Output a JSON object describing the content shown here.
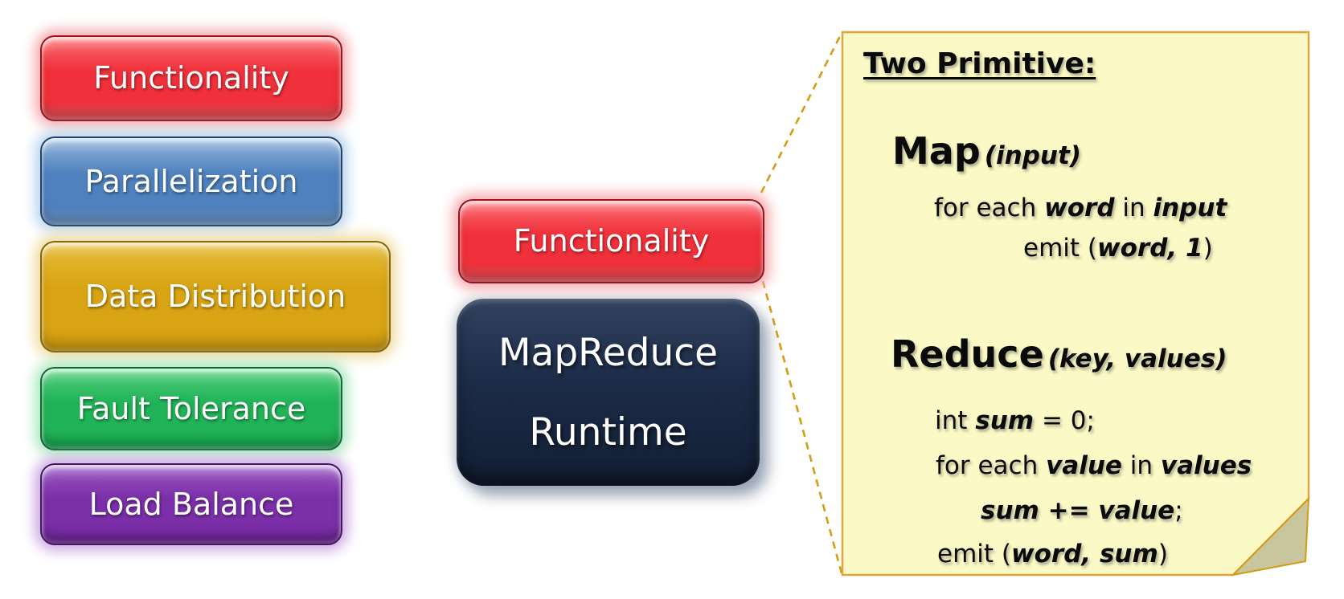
{
  "left_column": {
    "buttons": [
      {
        "label": "Functionality",
        "fill_top": "#FA696F",
        "fill": "#F0303A",
        "fill_bottom": "#E9545C",
        "border": "#99141B",
        "glow": "#F7ABAF"
      },
      {
        "label": "Parallelization",
        "fill_top": "#8FB3DC",
        "fill": "#4E81BD",
        "fill_bottom": "#6E97C8",
        "border": "#1F4470",
        "glow": "#BAD5EE"
      },
      {
        "label": "Data Distribution",
        "fill_top": "#E6BC39",
        "fill": "#D8A413",
        "fill_bottom": "#CF9C0F",
        "border": "#8A6500",
        "glow": "#F0DCA0"
      },
      {
        "label": "Fault Tolerance",
        "fill_top": "#53CE7C",
        "fill": "#21B358",
        "fill_bottom": "#16A84E",
        "border": "#0B6B33",
        "glow": "#ACE8C2"
      },
      {
        "label": "Load Balance",
        "fill_top": "#9A58C4",
        "fill": "#7B2FA8",
        "fill_bottom": "#6B2396",
        "border": "#441566",
        "glow": "#CDA9E3"
      }
    ]
  },
  "center": {
    "functionality_badge": {
      "label": "Functionality",
      "fill_top": "#FA696F",
      "fill": "#F0303A",
      "fill_bottom": "#E9545C",
      "border": "#99141B",
      "glow": "#F7ABAF"
    },
    "runtime_box": {
      "line1": "MapReduce",
      "line2": "Runtime",
      "fill_top": "#31425F",
      "fill": "#1C2B47",
      "fill_bottom": "#121E34",
      "shadow": "#97A2B3"
    }
  },
  "callout": {
    "dash_color": "#D49C13",
    "note_fill": "#FBF9C5",
    "note_border": "#E2A33D",
    "fold_fill": "#C9C59D",
    "note": {
      "title": "Two Primitive:",
      "map_heading": {
        "keyword": "Map",
        "params": "(input)"
      },
      "map_lines": {
        "l1_pre": "for each ",
        "l1_kw1": "word",
        "l1_mid": " in ",
        "l1_kw2": "input",
        "l2_pre": "emit (",
        "l2_kw": "word, 1",
        "l2_post": ")"
      },
      "reduce_heading": {
        "keyword": "Reduce",
        "params": "(key, values)"
      },
      "reduce_lines": {
        "l1_pre": "int ",
        "l1_kw": "sum",
        "l1_post": " = 0;",
        "l2_pre": "for each ",
        "l2_kw1": "value",
        "l2_mid": " in ",
        "l2_kw2": "values",
        "l3_kw": "sum += value",
        "l3_post": ";",
        "l4_pre": "emit (",
        "l4_kw": "word, sum",
        "l4_post": ")"
      }
    }
  }
}
